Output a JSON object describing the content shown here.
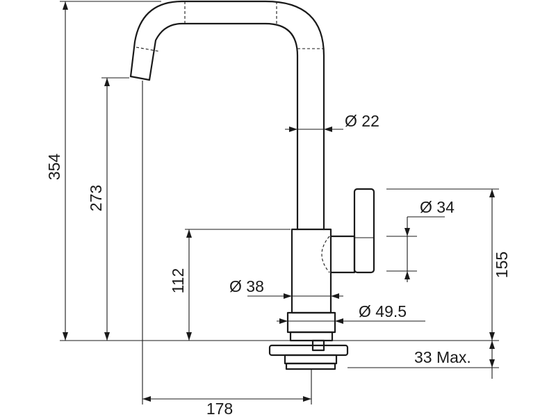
{
  "dimensions": {
    "overall_height": "354",
    "spout_outlet_height": "273",
    "handle_height": "112",
    "spout_diameter": "Ø 22",
    "handle_diameter": "Ø 34",
    "body_diameter": "Ø 38",
    "base_diameter": "Ø 49.5",
    "lever_height": "155",
    "mounting_depth": "33 Max.",
    "spout_reach": "178"
  }
}
